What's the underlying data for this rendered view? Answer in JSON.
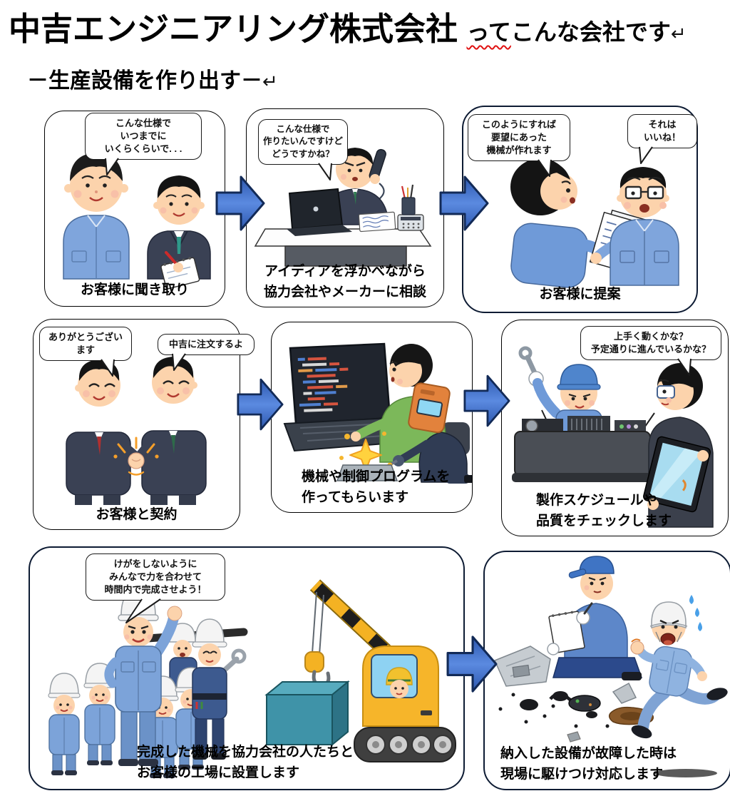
{
  "header": {
    "title_main": "中吉エンジニアリング株式会社",
    "title_sub_marked": "って",
    "title_sub_rest": "こんな会社です",
    "return_mark": "↵",
    "subtitle": "－生産設備を作り出す－"
  },
  "panels": [
    {
      "name": "customer-hearing",
      "caption": "お客様に聞き取り",
      "bubbles": [
        "こんな仕様で\nいつまでに\nいくらくらいで. . ."
      ]
    },
    {
      "name": "consult-partners",
      "caption": "アイディアを浮かべながら\n協力会社やメーカーに相談",
      "bubbles": [
        "こんな仕様で\n作りたいんですけど\nどうですかね？"
      ]
    },
    {
      "name": "proposal",
      "caption": "お客様に提案",
      "bubbles": [
        "このようにすれば\n要望にあった\n機械が作れます",
        "それは\nいいね！"
      ]
    },
    {
      "name": "contract",
      "caption": "お客様と契約",
      "bubbles": [
        "ありがとうござい\nます",
        "中吉に注文するよ"
      ]
    },
    {
      "name": "build-machine-program",
      "caption": "機械や制御プログラムを\n作ってもらいます",
      "bubbles": []
    },
    {
      "name": "schedule-quality-check",
      "caption": "製作スケジュールや\n品質をチェックします",
      "bubbles": [
        "上手く動くかな？\n予定通りに進んでいるかな？"
      ]
    },
    {
      "name": "install-at-factory",
      "caption": "完成した機械を協力会社の人たちと\nお客様の工場に設置します",
      "bubbles": [
        "けがをしないように\nみんなで力を合わせて\n時間内で完成させよう！"
      ]
    },
    {
      "name": "breakdown-support",
      "caption": "納入した設備が故障した時は\n現場に駆けつけ対応します",
      "bubbles": []
    }
  ],
  "colors": {
    "arrow_fill_dark": "#2c57ae",
    "arrow_fill_light": "#5b8ae0",
    "arrow_border": "#122a57",
    "panel_border": "#000000",
    "squiggle": "#e01010"
  }
}
